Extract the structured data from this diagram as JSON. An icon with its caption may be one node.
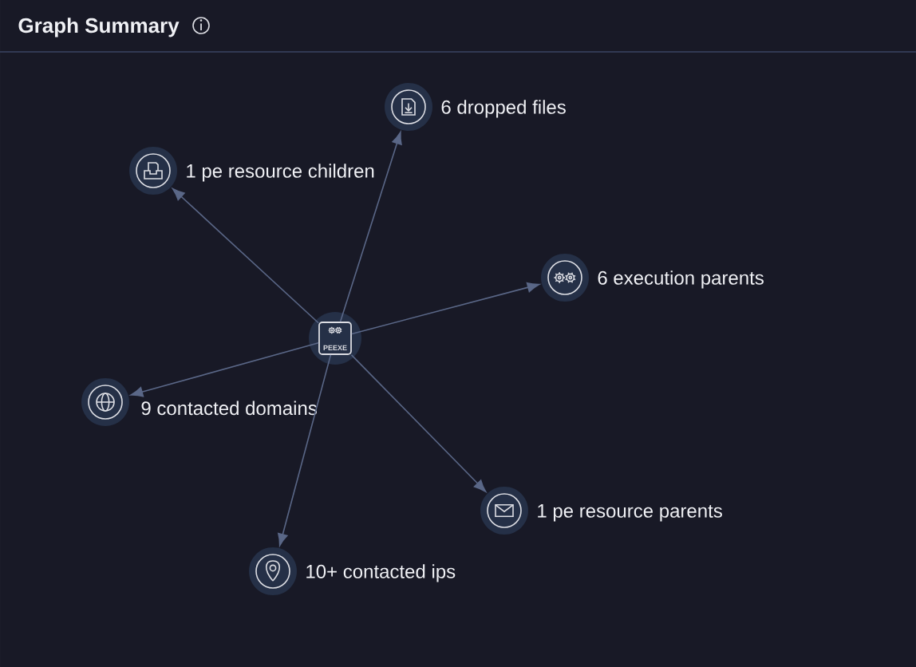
{
  "diagram": {
    "title": "Graph Summary",
    "nodes": [
      {
        "text": [],
        "shape": "circle",
        "beside": [
          "6 dropped files"
        ]
      },
      {
        "text": [],
        "shape": "circle",
        "beside": [
          "1 pe resource children"
        ]
      },
      {
        "text": [],
        "shape": "circle",
        "beside": [
          "6 execution parents"
        ]
      },
      {
        "text": [
          "PEEXE"
        ]
      },
      {
        "text": [],
        "shape": "circle",
        "beside": [
          "9 contacted domains"
        ]
      },
      {
        "text": [],
        "shape": "circle",
        "beside": [
          "1 pe resource parents"
        ]
      },
      {
        "text": [],
        "shape": "circle",
        "beside": [
          "10+ contacted ips"
        ]
      }
    ],
    "edges": [
      {
        "from": 3,
        "to": 0,
        "arrow": "to"
      },
      {
        "from": 3,
        "to": 1,
        "arrow": "to"
      },
      {
        "from": 3,
        "to": 2,
        "arrow": "to"
      },
      {
        "from": 3,
        "to": 4,
        "arrow": "to"
      },
      {
        "from": 3,
        "to": 5,
        "arrow": "to"
      },
      {
        "from": 3,
        "to": 6,
        "arrow": "to"
      }
    ]
  }
}
